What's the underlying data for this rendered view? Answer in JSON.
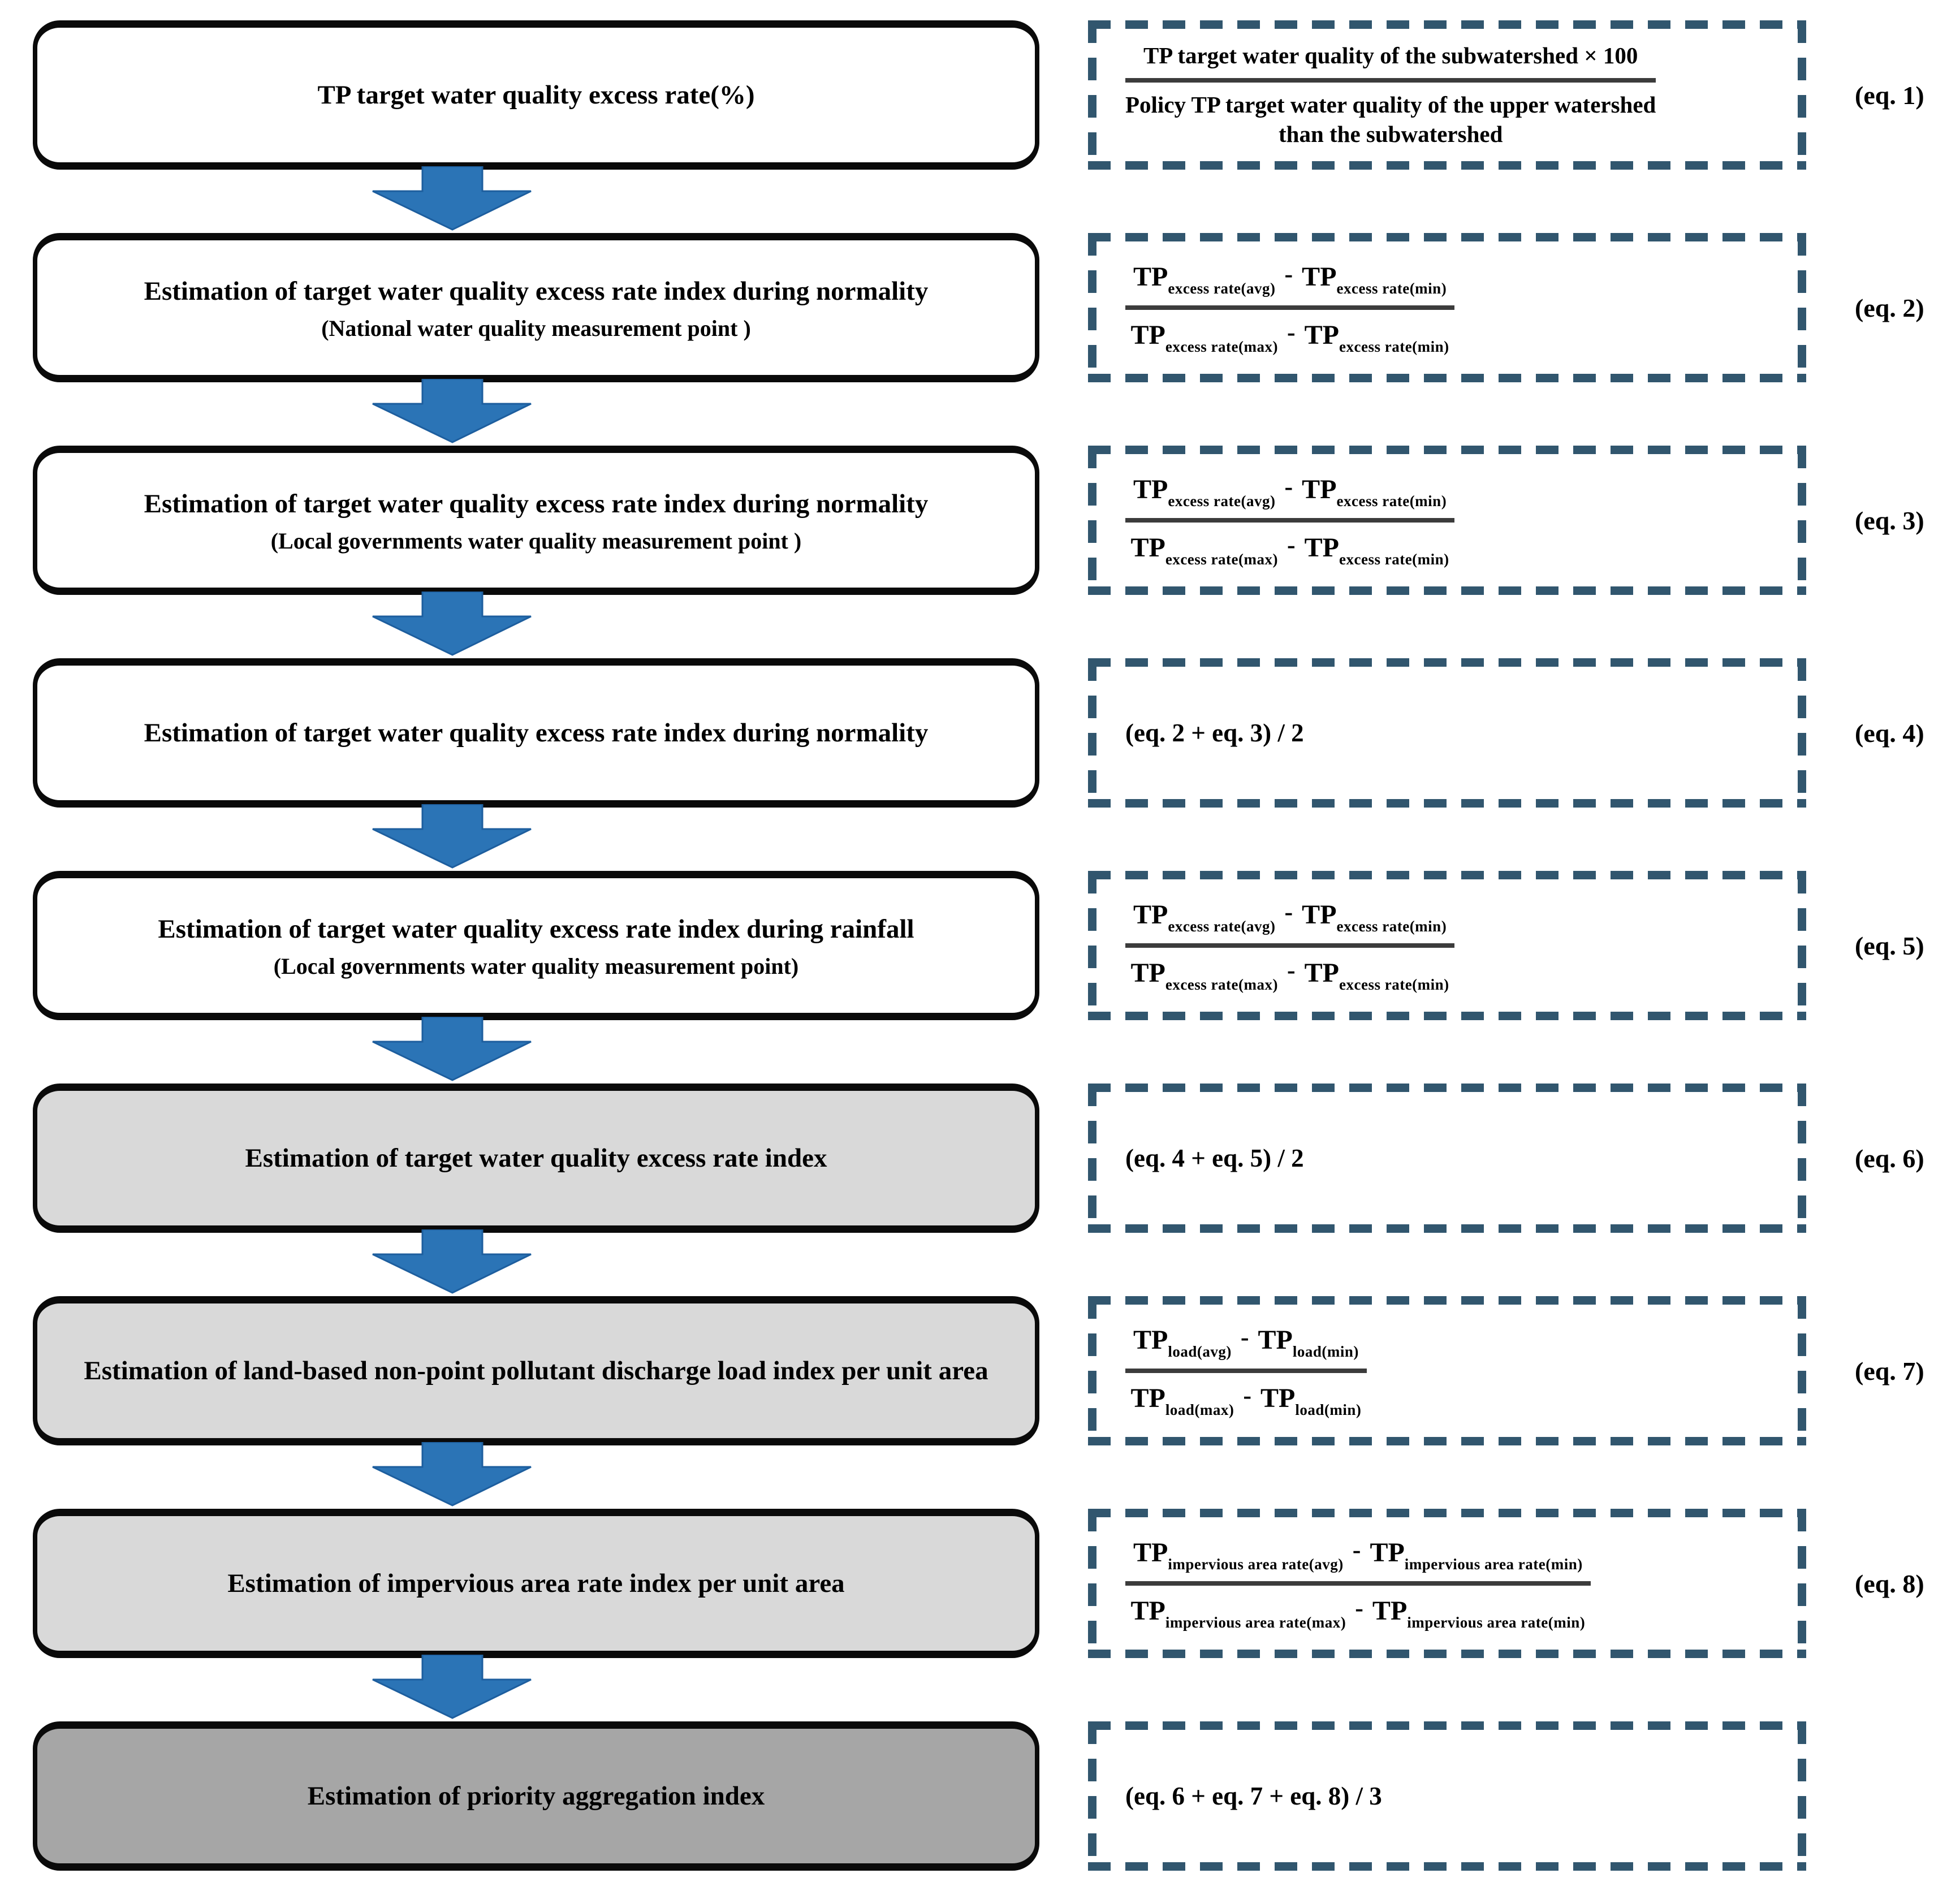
{
  "figure": {
    "type": "flowchart",
    "description": "TP priority aggregation index estimation flow with equations"
  },
  "colors": {
    "arrow_blue": "#2b74b6",
    "arrow_edge": "#1d5e9e",
    "dash_border": "#31566e",
    "box_border": "#0a0a0a",
    "fill_white": "#ffffff",
    "fill_light_gray": "#d9d9d9",
    "fill_dark_gray": "#a6a6a6"
  },
  "symbols": {
    "tp": "TP",
    "minus": "-"
  },
  "flow": [
    {
      "title": "TP target water quality excess rate(%)",
      "subtitle": "",
      "fill": "white"
    },
    {
      "title": "Estimation of target water quality excess rate index during normality",
      "subtitle": "(National water quality measurement point )",
      "fill": "white"
    },
    {
      "title": "Estimation of target water quality excess rate index during normality",
      "subtitle": "(Local governments water quality measurement point )",
      "fill": "white"
    },
    {
      "title": "Estimation of target water quality excess rate index during normality",
      "subtitle": "",
      "fill": "white"
    },
    {
      "title": "Estimation of target water quality excess rate index during rainfall",
      "subtitle": "(Local governments water quality measurement point)",
      "fill": "white"
    },
    {
      "title": "Estimation of target water quality excess rate index",
      "subtitle": "",
      "fill": "lightgray"
    },
    {
      "title": "Estimation of land-based non-point pollutant discharge load index per unit area",
      "subtitle": "",
      "fill": "lightgray"
    },
    {
      "title": "Estimation of impervious area rate index per unit area",
      "subtitle": "",
      "fill": "lightgray"
    },
    {
      "title": "Estimation of priority aggregation index",
      "subtitle": "",
      "fill": "darkgray"
    }
  ],
  "equations": [
    {
      "label": "(eq. 1)",
      "num": "TP target water quality of the subwatershed × 100",
      "den1": "Policy TP target water quality of the upper watershed",
      "den2": "than the subwatershed"
    },
    {
      "label": "(eq. 2)",
      "n1": "excess rate(avg)",
      "n2": "excess rate(min)",
      "d1": "excess rate(max)",
      "d2": "excess rate(min)"
    },
    {
      "label": "(eq. 3)",
      "n1": "excess rate(avg)",
      "n2": "excess rate(min)",
      "d1": "excess rate(max)",
      "d2": "excess rate(min)"
    },
    {
      "label": "(eq. 4)",
      "formula": "(eq. 2 + eq. 3) / 2"
    },
    {
      "label": "(eq. 5)",
      "n1": "excess rate(avg)",
      "n2": "excess rate(min)",
      "d1": "excess rate(max)",
      "d2": "excess rate(min)"
    },
    {
      "label": "(eq. 6)",
      "formula": "(eq. 4 + eq. 5) / 2"
    },
    {
      "label": "(eq. 7)",
      "n1": "load(avg)",
      "n2": "load(min)",
      "d1": "load(max)",
      "d2": "load(min)"
    },
    {
      "label": "(eq. 8)",
      "n1": "impervious area rate(avg)",
      "n2": "impervious area rate(min)",
      "d1": "impervious area rate(max)",
      "d2": "impervious area rate(min)"
    },
    {
      "label": "",
      "formula": "(eq. 6 + eq. 7 + eq. 8) / 3"
    }
  ]
}
